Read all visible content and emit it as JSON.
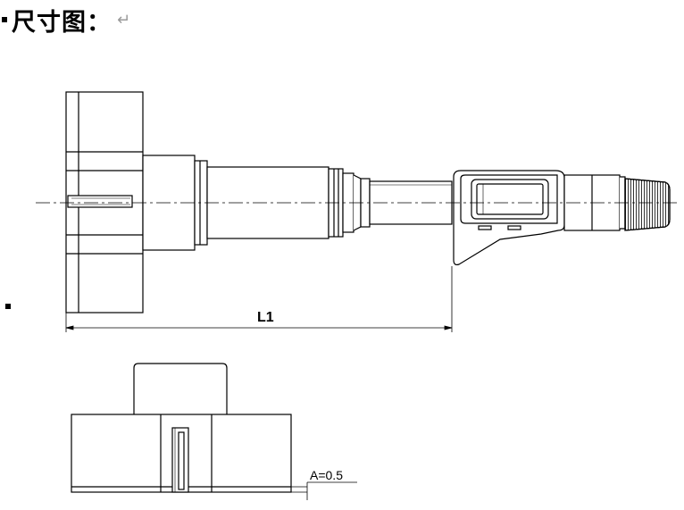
{
  "heading": {
    "text": "尺寸图：",
    "return_mark": "↵"
  },
  "top_view": {
    "dimension_label": "L1"
  },
  "bottom_view": {
    "dimension_label": "A=0.5"
  }
}
